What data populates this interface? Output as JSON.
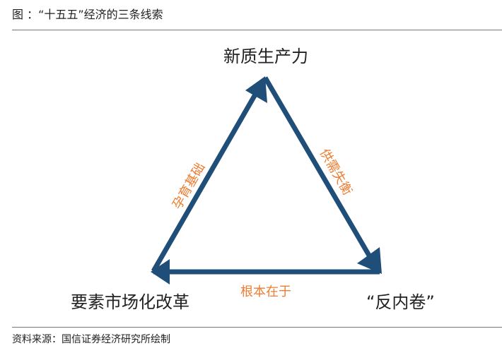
{
  "title": "图 ：“十五五”经济的三条线索",
  "nodes": {
    "top": "新质生产力",
    "left": "要素市场化改革",
    "right": "“反内卷”"
  },
  "edges": {
    "left": "孕育基础",
    "right": "供需失衡",
    "bottom": "根本在于"
  },
  "source": "资料来源：国信证券经济研究所绘制",
  "colors": {
    "arrow": "#1f4e79",
    "edge_label": "#ed7d31"
  }
}
